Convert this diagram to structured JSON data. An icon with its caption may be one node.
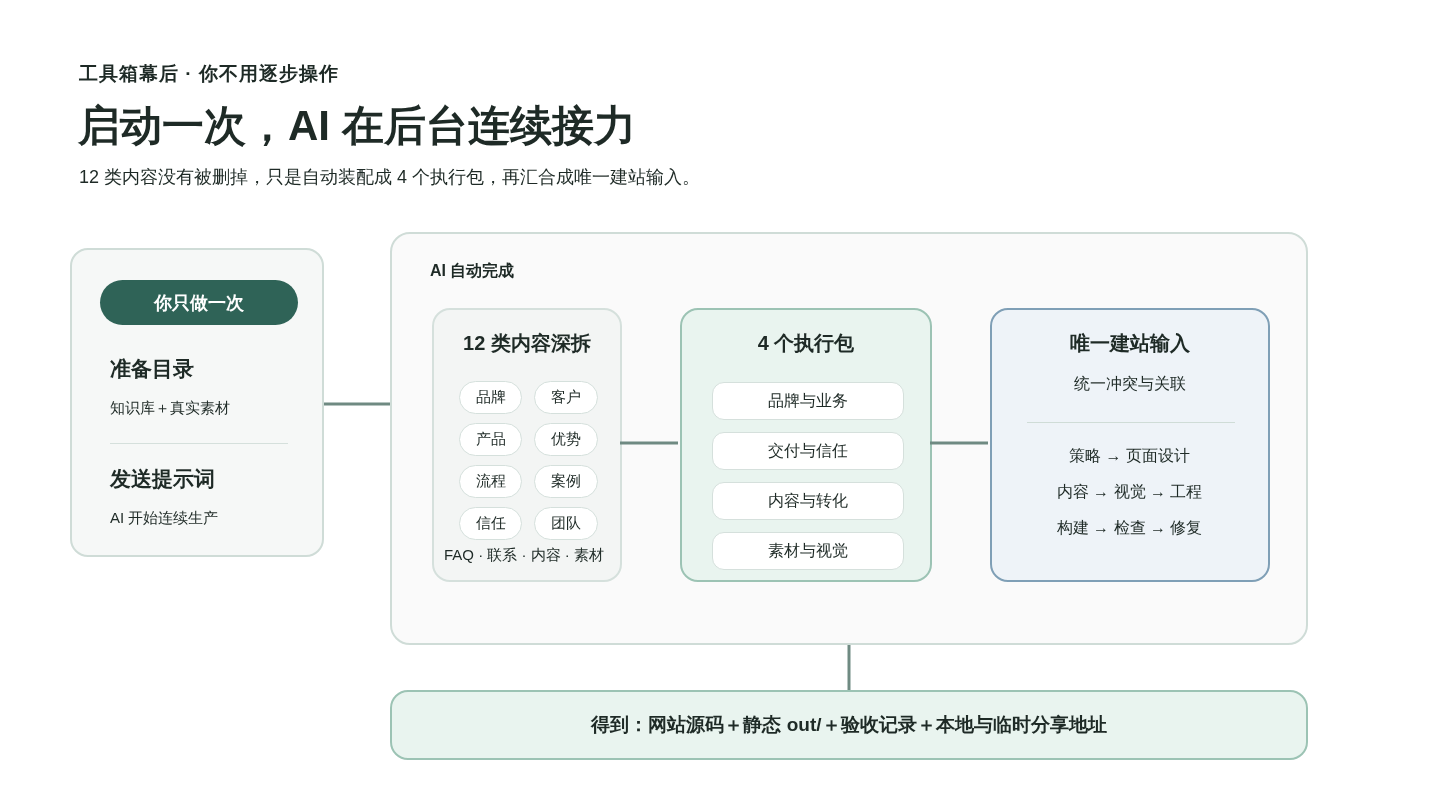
{
  "diagram": {
    "title": "启动一次，AI 在后台连续接力",
    "nodes": [
      {
        "text": [
          "准备目录",
          "知识库＋真实素材",
          "发送提示词",
          "AI 开始连续生产"
        ]
      },
      {
        "text": [
          "你只做一次"
        ],
        "in": 0
      },
      {
        "text": [
          "AI 自动完成"
        ]
      },
      {
        "text": [
          "12 类内容深拆",
          "FAQ · 联系 · 内容 · 素材"
        ],
        "in": 2
      },
      {
        "text": [
          "品牌"
        ],
        "in": 3
      },
      {
        "text": [
          "客户"
        ],
        "in": 3
      },
      {
        "text": [
          "产品"
        ],
        "in": 3
      },
      {
        "text": [
          "优势"
        ],
        "in": 3
      },
      {
        "text": [
          "流程"
        ],
        "in": 3
      },
      {
        "text": [
          "案例"
        ],
        "in": 3
      },
      {
        "text": [
          "信任"
        ],
        "in": 3
      },
      {
        "text": [
          "团队"
        ],
        "in": 3
      },
      {
        "text": [
          "4 个执行包"
        ],
        "in": 2
      },
      {
        "text": [
          "品牌与业务"
        ],
        "in": 12
      },
      {
        "text": [
          "交付与信任"
        ],
        "in": 12
      },
      {
        "text": [
          "内容与转化"
        ],
        "in": 12
      },
      {
        "text": [
          "素材与视觉"
        ],
        "in": 12
      },
      {
        "text": [
          "唯一建站输入",
          "统一冲突与关联",
          "策略 → 页面设计",
          "内容 → 视觉 → 工程",
          "构建 → 检查 → 修复"
        ],
        "in": 2
      },
      {
        "text": [
          "得到：网站源码＋静态 out/＋验收记录＋本地与临时分享地址"
        ]
      }
    ],
    "edges": [
      {
        "from": 0,
        "to": 2,
        "arrow": "none"
      },
      {
        "from": 3,
        "to": 12,
        "arrow": "none"
      },
      {
        "from": 12,
        "to": 17,
        "arrow": "none"
      },
      {
        "from": 2,
        "to": 18,
        "arrow": "none"
      }
    ],
    "labels": [
      "工具箱幕后 · 你不用逐步操作",
      "12 类内容没有被删掉，只是自动装配成 4 个执行包，再汇合成唯一建站输入。"
    ]
  }
}
